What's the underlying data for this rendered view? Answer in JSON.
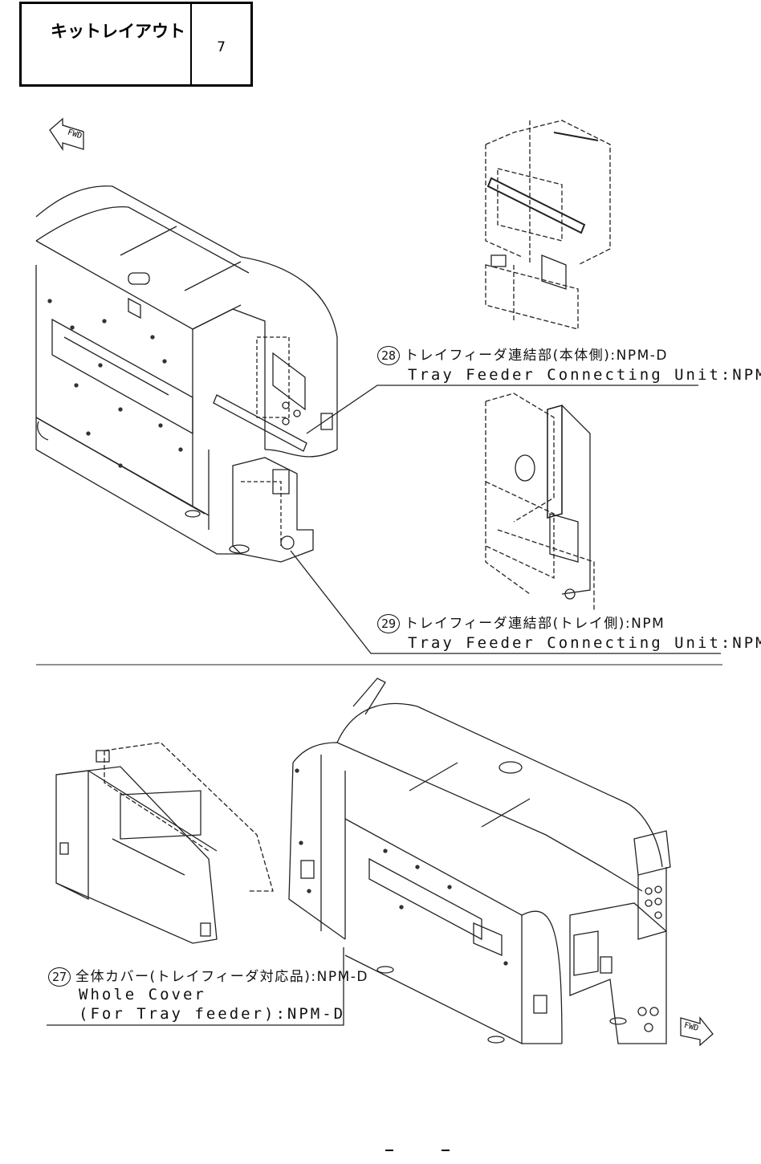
{
  "header": {
    "title": "キットレイアウト",
    "page_number": "7"
  },
  "callouts": [
    {
      "id": "28",
      "label_ja": "トレイフィーダ連結部(本体側):NPM-D",
      "label_en": "Tray Feeder Connecting Unit:NPM-D"
    },
    {
      "id": "29",
      "label_ja": "トレイフィーダ連結部(トレイ側):NPM",
      "label_en": "Tray Feeder Connecting Unit:NPM"
    },
    {
      "id": "27",
      "label_ja": "全体カバー(トレイフィーダ対応品):NPM-D",
      "label_en_1": "Whole Cover",
      "label_en_2": "(For Tray feeder):NPM-D"
    }
  ],
  "arrows": {
    "fwd_text": "FWD"
  }
}
